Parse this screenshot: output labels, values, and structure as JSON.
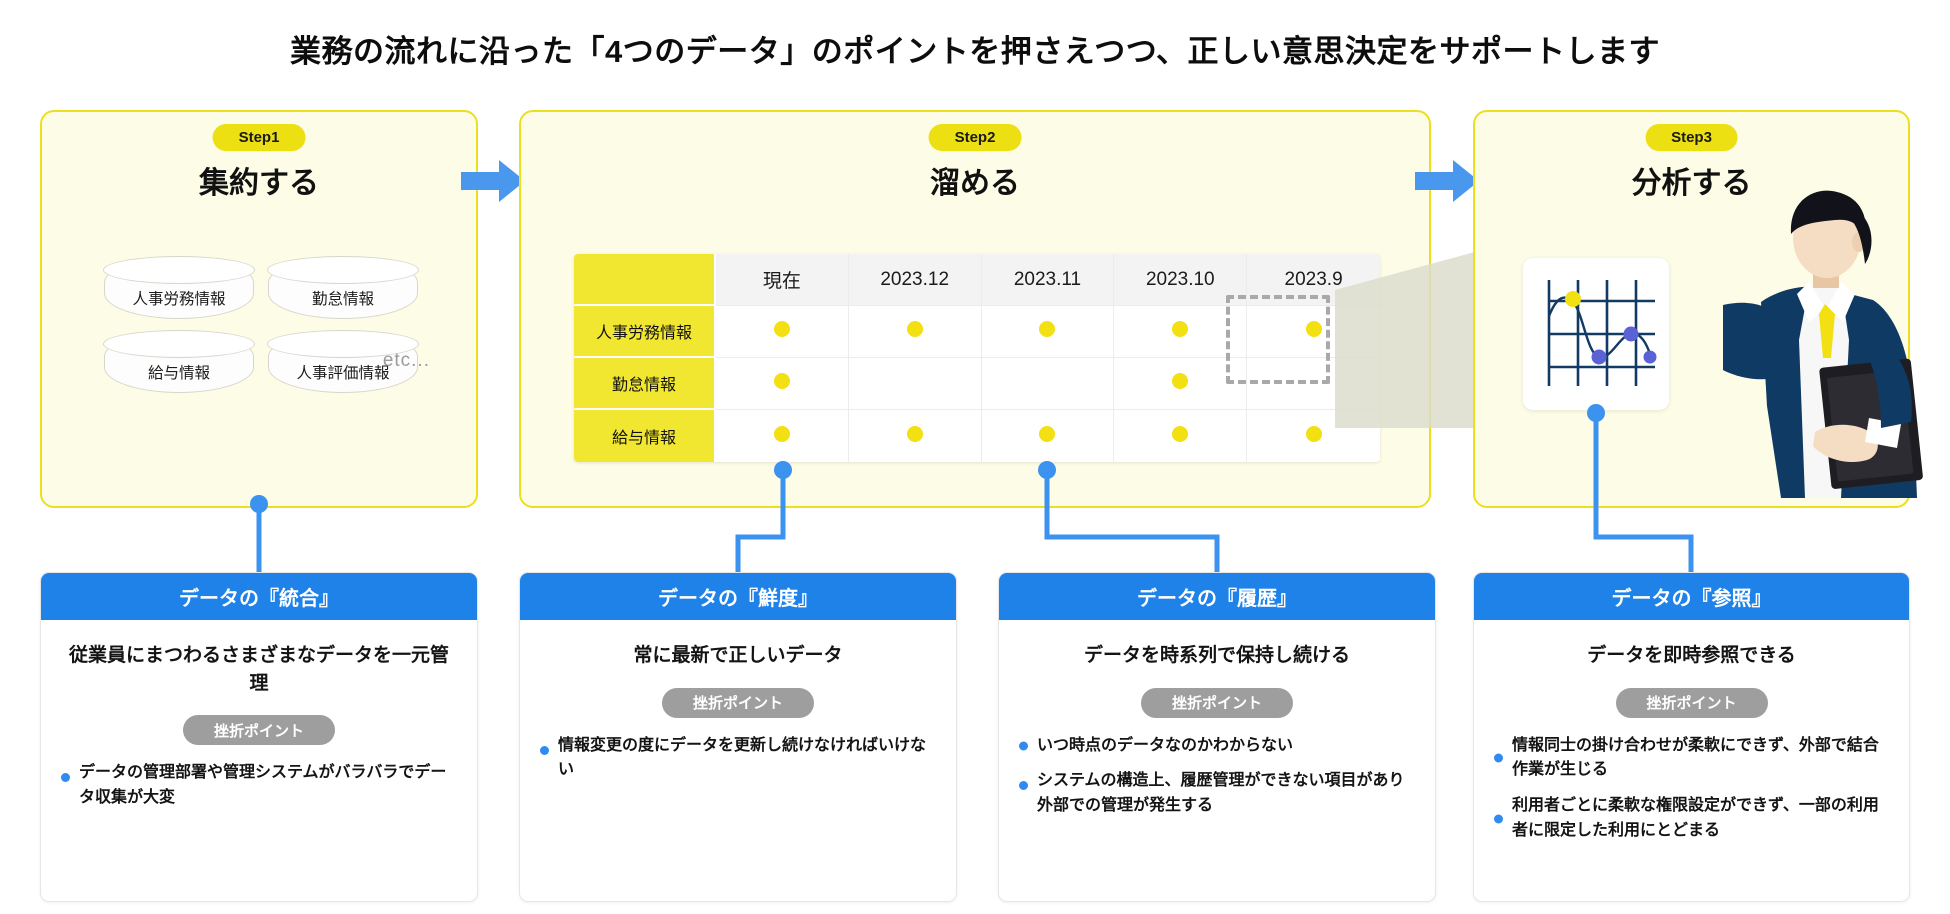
{
  "title": "業務の流れに沿った「4つのデータ」のポイントを押さえつつ、正しい意思決定をサポートします",
  "colors": {
    "panel_bg": "#fdfce7",
    "panel_border": "#ecdf1e",
    "badge_yellow": "#ecdf12",
    "dot_yellow": "#f2e012",
    "card_header_blue": "#1e82e8",
    "connector_blue": "#3b92ef",
    "chip_gray": "#9e9e9e",
    "arrow_blue": "#4a98ee"
  },
  "steps": [
    {
      "badge": "Step1",
      "heading": "集約する",
      "sources": [
        "人事労務情報",
        "勤怠情報",
        "給与情報",
        "人事評価情報"
      ],
      "etc": "etc..."
    },
    {
      "badge": "Step2",
      "heading": "溜める"
    },
    {
      "badge": "Step3",
      "heading": "分析する"
    }
  ],
  "matrix": {
    "corner_label": "",
    "columns": [
      "現在",
      "2023.12",
      "2023.11",
      "2023.10",
      "2023.9"
    ],
    "rows": [
      {
        "label": "人事労務情報",
        "cells": [
          true,
          true,
          true,
          true,
          true
        ]
      },
      {
        "label": "勤怠情報",
        "cells": [
          true,
          false,
          false,
          true,
          false
        ]
      },
      {
        "label": "給与情報",
        "cells": [
          true,
          true,
          true,
          true,
          true
        ]
      }
    ],
    "highlight_column": "2023.9",
    "dot_icon": "yellow-dot-icon"
  },
  "chart_thumb": {
    "type": "line",
    "grid": true,
    "points": [
      {
        "x": 0.16,
        "y": 0.72,
        "color": "#f2e012"
      },
      {
        "x": 0.48,
        "y": 0.22,
        "color": "#5b62d6"
      },
      {
        "x": 0.74,
        "y": 0.52,
        "color": "#5b62d6"
      },
      {
        "x": 0.88,
        "y": 0.26,
        "color": "#5b62d6"
      }
    ]
  },
  "cards": [
    {
      "header": "データの『統合』",
      "lead": "従業員にまつわるさまざまなデータを一元管理",
      "chip": "挫折ポイント",
      "bullets": [
        "データの管理部署や管理システムがバラバラでデータ収集が大変"
      ]
    },
    {
      "header": "データの『鮮度』",
      "lead": "常に最新で正しいデータ",
      "chip": "挫折ポイント",
      "bullets": [
        "情報変更の度にデータを更新し続けなければいけない"
      ]
    },
    {
      "header": "データの『履歴』",
      "lead": "データを時系列で保持し続ける",
      "chip": "挫折ポイント",
      "bullets": [
        "いつ時点のデータなのかわからない",
        "システムの構造上、履歴管理ができない項目があり外部での管理が発生する"
      ]
    },
    {
      "header": "データの『参照』",
      "lead": "データを即時参照できる",
      "chip": "挫折ポイント",
      "bullets": [
        "情報同士の掛け合わせが柔軟にできず、外部で結合作業が生じる",
        "利用者ごとに柔軟な権限設定ができず、一部の利用者に限定した利用にとどまる"
      ]
    }
  ]
}
